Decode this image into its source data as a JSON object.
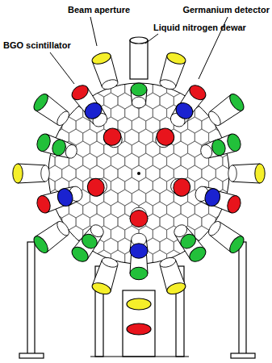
{
  "diagram": {
    "labels": [
      "Beam aperture",
      "Liquid nitrogen dewar",
      "Germanium detector",
      "BGO scintillator"
    ]
  }
}
